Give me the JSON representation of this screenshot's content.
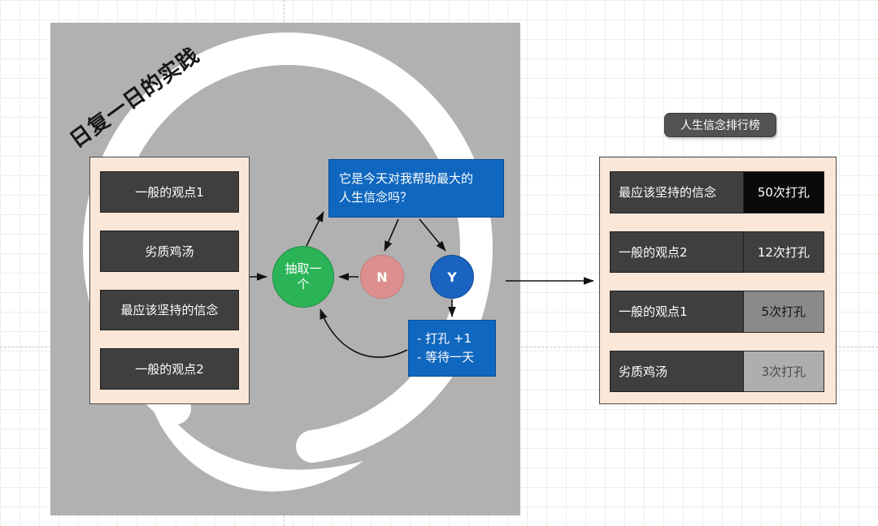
{
  "board": {
    "title": "日复一日的实践"
  },
  "left_panel": {
    "items": [
      "一般的观点1",
      "劣质鸡汤",
      "最应该坚持的信念",
      "一般的观点2"
    ]
  },
  "flow": {
    "draw_label": "抽取一个",
    "question_lines": [
      "它是今天对我帮助最大的",
      "人生信念吗？"
    ],
    "n_label": "N",
    "y_label": "Y",
    "punch_lines": [
      "- 打孔 +1",
      "- 等待一天"
    ]
  },
  "ranking": {
    "title": "人生信念排行榜",
    "rows": [
      {
        "label": "最应该坚持的信念",
        "count": "50次打孔"
      },
      {
        "label": "一般的观点2",
        "count": "12次打孔"
      },
      {
        "label": "一般的观点1",
        "count": "5次打孔"
      },
      {
        "label": "劣质鸡汤",
        "count": "3次打孔"
      }
    ]
  },
  "colors": {
    "canvas_gray": "#b1b1b1",
    "panel_peach": "#fbe7d8",
    "node_dark": "#3f3f3f",
    "green": "#2bb457",
    "blue": "#0f67bf",
    "pink": "#dd8f8f",
    "count_scale": [
      "#0a0a0a",
      "#3f3f3f",
      "#8a8a8a",
      "#aeaeae"
    ]
  }
}
